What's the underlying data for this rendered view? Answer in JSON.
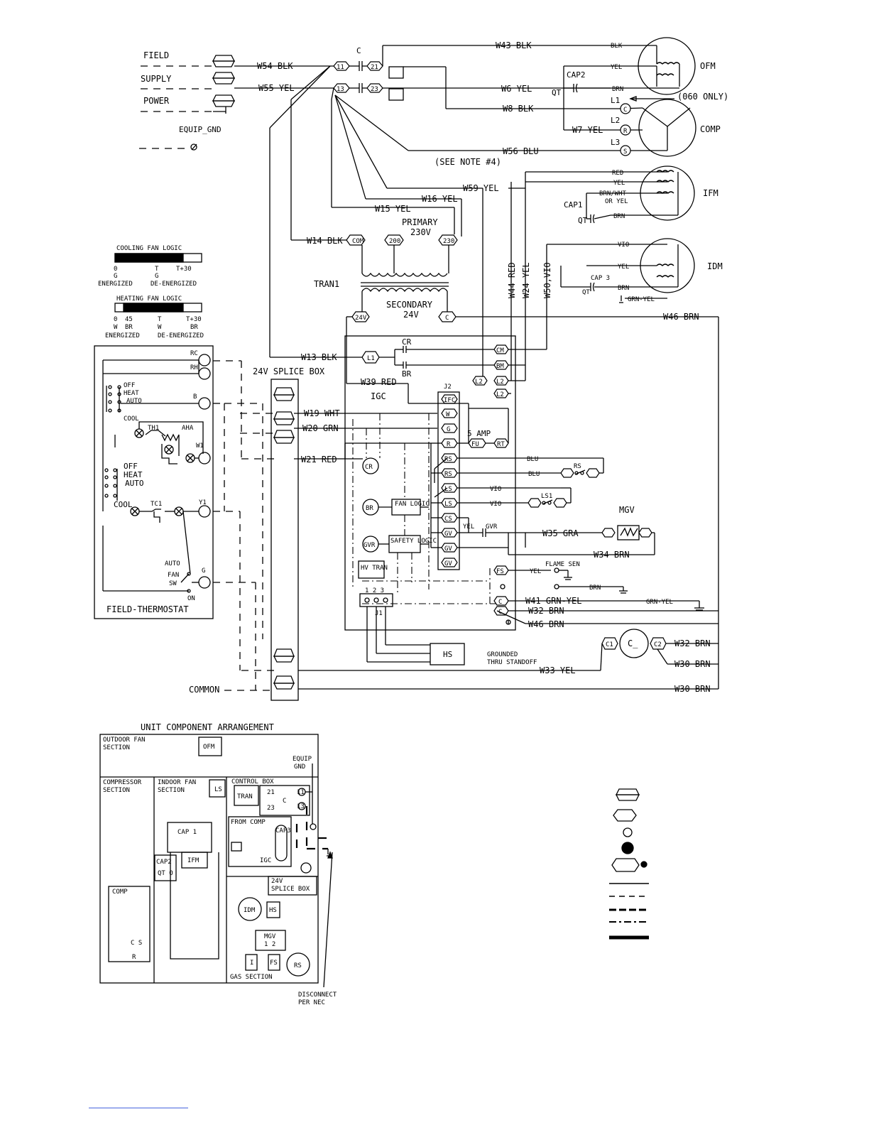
{
  "field_supply": {
    "labels": [
      "FIELD",
      "SUPPLY",
      "POWER"
    ],
    "equip_gnd": "EQUIP_GND"
  },
  "wires": {
    "w54": "W54 BLK",
    "w55": "W55 YEL",
    "w43": "W43 BLK",
    "w6": "W6 YEL",
    "w8": "W8 BLK",
    "w7": "W7 YEL",
    "w56": "W56 BLU",
    "w59": "W59 YEL",
    "w16": "W16 YEL",
    "w15": "W15 YEL",
    "w14": "W14 BLK",
    "w44": "W44 RED",
    "w24": "W24 YEL",
    "w50": "W50,VIO",
    "w46a": "W46 BRN",
    "w13": "W13 BLK",
    "w39": "W39 RED",
    "w19": "W19 WHT",
    "w20": "W20 GRN",
    "w21": "W21 RED",
    "w35": "W35 GRA",
    "w34": "W34 BRN",
    "w41": "W41 GRN-YEL",
    "w32a": "W32 BRN",
    "w46b": "W46 BRN",
    "w32b": "W32 BRN",
    "w30a": "W30 BRN",
    "w33": "W33 YEL",
    "w30b": "W30 BRN"
  },
  "colors": {
    "blk": "BLK",
    "yel": "YEL",
    "brn": "BRN",
    "red": "RED",
    "brn_wht": "BRN/WHT",
    "or_yel": "OR YEL",
    "vio": "VIO",
    "grn_yel": "GRN-YEL",
    "blu": "BLU"
  },
  "motors": {
    "ofm": "OFM",
    "comp": "COMP",
    "ifm": "IFM",
    "idm": "IDM"
  },
  "components": {
    "contactor": "C",
    "cap2": "CAP2",
    "qt": "QT",
    "cap1": "CAP1",
    "cap3": "CAP 3",
    "l1": "L1",
    "l2": "L2",
    "l3": "L3",
    "only060": "(060 ONLY)",
    "see_note": "(SEE NOTE #4)",
    "primary": "PRIMARY",
    "primary_v": "230V",
    "tran": "TRAN1",
    "secondary": "SECONDARY",
    "secondary_v": "24V",
    "t_com": "COM",
    "t_200": "200",
    "t_230": "230",
    "t_24v": "24V",
    "t_c": "C",
    "splice_box": "24V SPLICE BOX",
    "common": "COMMON",
    "cr": "CR",
    "br": "BR",
    "igc": "IGC",
    "j2": "J2",
    "j1": "J1",
    "five_amp": "5 AMP",
    "fu": "FU",
    "rt": "RT",
    "fan_logic": "FAN LOGIC",
    "safety_logic": "SAFETY LOGIC",
    "hv_tran": "HV TRAN",
    "gvr": "GVR",
    "rs": "RS",
    "ls1": "LS1",
    "mgv": "MGV",
    "flame_sen": "FLAME SEN",
    "hs": "HS",
    "grounded": "GROUNDED",
    "thru_standoff": "THRU STANDOFF",
    "cm": "CM",
    "bm": "BM",
    "j1_pins": "1 2 3"
  },
  "j2_pins": [
    "IFC",
    "W",
    "G",
    "R",
    "RS",
    "RS",
    "LS",
    "LS",
    "CS",
    "GV",
    "GV"
  ],
  "fan_logic": {
    "cooling_title": "COOLING FAN LOGIC",
    "cooling_ticks": [
      "0",
      "T",
      "T+30"
    ],
    "cooling_sub": [
      "G",
      "G"
    ],
    "cooling_states": [
      "ENERGIZED",
      "DE-ENERGIZED"
    ],
    "heating_title": "HEATING FAN LOGIC",
    "heating_ticks": [
      "0",
      "45",
      "T",
      "T+30"
    ],
    "heating_sub": [
      "W",
      "BR",
      "W",
      "BR"
    ],
    "heating_states": [
      "ENERGIZED",
      "DE-ENERGIZED"
    ]
  },
  "thermostat": {
    "title": "FIELD-THERMOSTAT",
    "rc": "RC",
    "rh": "RH",
    "b": "B",
    "w1": "W1",
    "y1": "Y1",
    "g": "G",
    "off": "OFF",
    "heat": "HEAT",
    "auto": "AUTO",
    "cool": "COOL",
    "th1": "TH1",
    "aha": "AHA",
    "tc1": "TC1",
    "fan_sw": "FAN",
    "sw": "SW",
    "on": "ON"
  },
  "arrangement": {
    "title": "UNIT COMPONENT ARRANGEMENT",
    "outdoor": "OUTDOOR FAN",
    "section": "SECTION",
    "ofm": "OFM",
    "equip": "EQUIP",
    "gnd": "GND",
    "compressor": "COMPRESSOR",
    "indoor": "INDOOR FAN",
    "ls": "LS",
    "control_box": "CONTROL BOX",
    "tran": "TRAN",
    "n21": "21",
    "n23": "23",
    "c": "C",
    "n11": "11",
    "n13": "13",
    "from_comp": "FROM COMP",
    "cap3": "CAP3",
    "igc": "IGC",
    "cap1": "CAP 1",
    "cap2": "CAP2",
    "qt": "QT O",
    "ifm": "IFM",
    "splice1": "24V",
    "splice2": "SPLICE BOX",
    "comp": "COMP",
    "cs": "C S",
    "r": "R",
    "idm": "IDM",
    "hs": "HS",
    "mgv": "MGV",
    "mgv_pins": "1  2",
    "i": "I",
    "fs": "FS",
    "rs": "RS",
    "gas": "GAS SECTION",
    "disconnect": "DISCONNECT",
    "per_nec": "PER NEC"
  }
}
